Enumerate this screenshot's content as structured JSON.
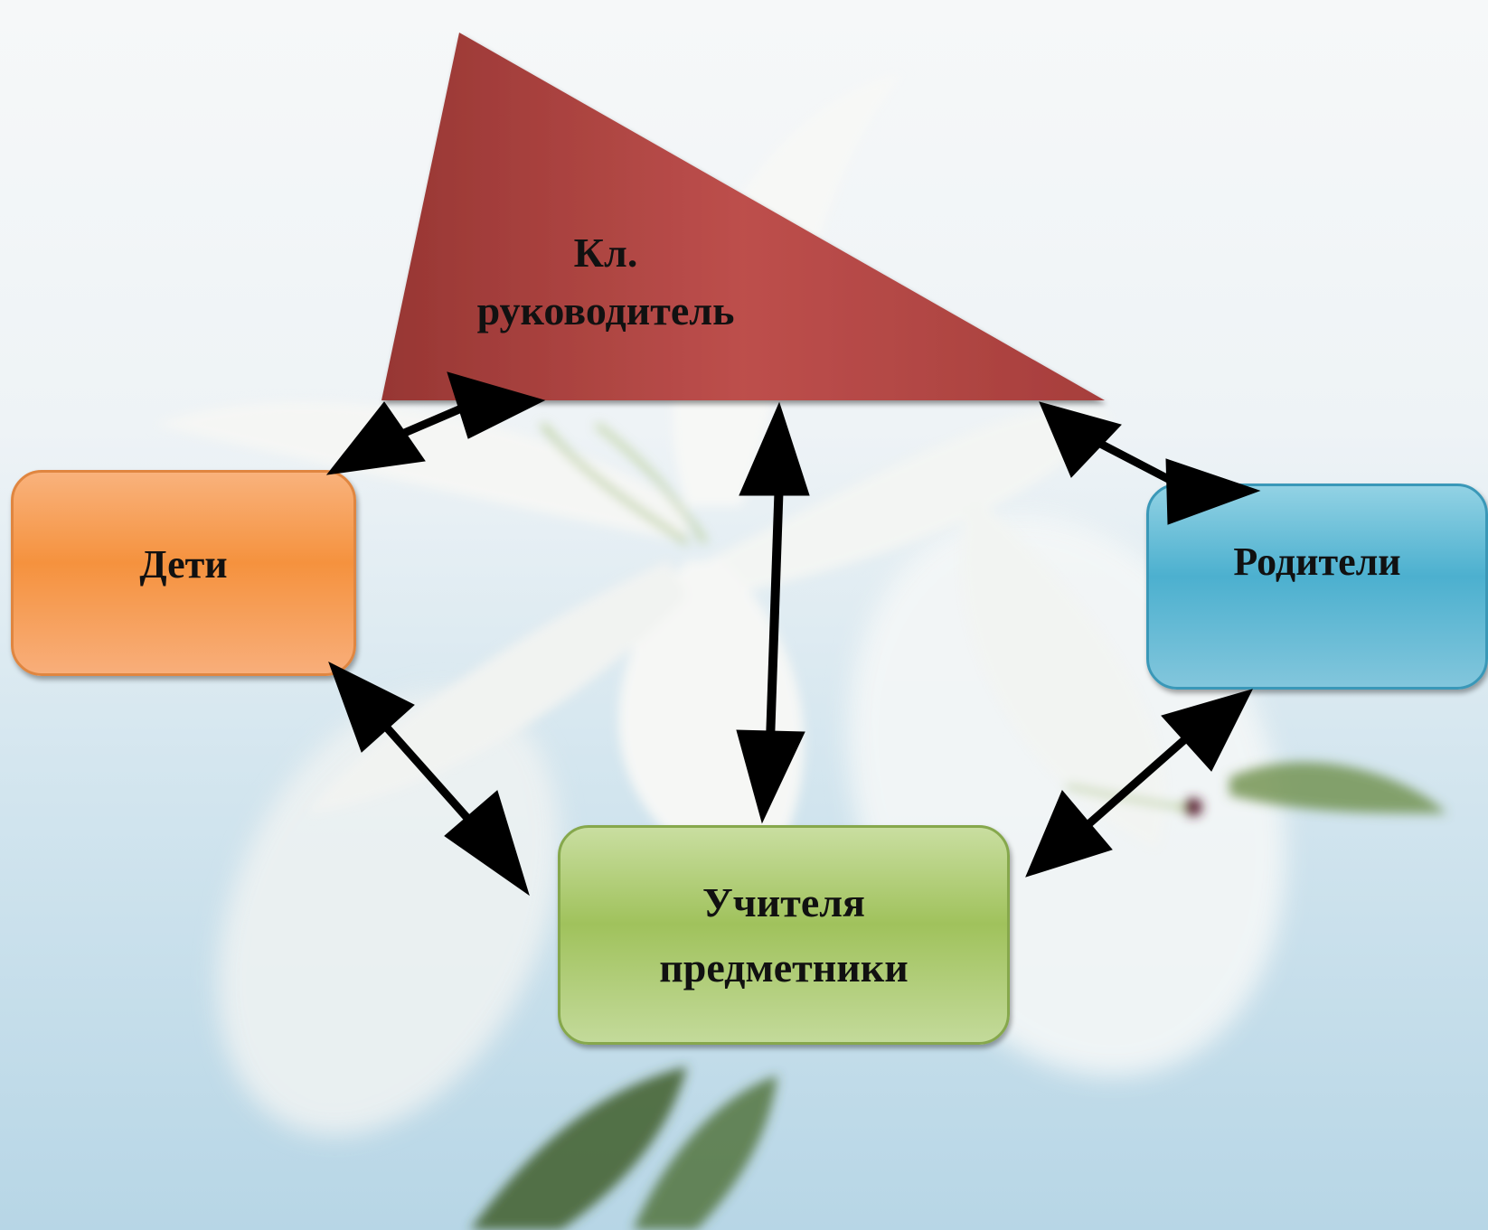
{
  "diagram": {
    "head": {
      "line1": "Кл.",
      "line2": "руководитель"
    },
    "children": "Дети",
    "parents": "Родители",
    "teachers": {
      "line1": "Учителя",
      "line2": "предметники"
    }
  },
  "colors": {
    "head": "#a8403f",
    "children": "#f5923e",
    "parents": "#4cb0cf",
    "teachers": "#a0c25c",
    "arrows": "#000000"
  }
}
